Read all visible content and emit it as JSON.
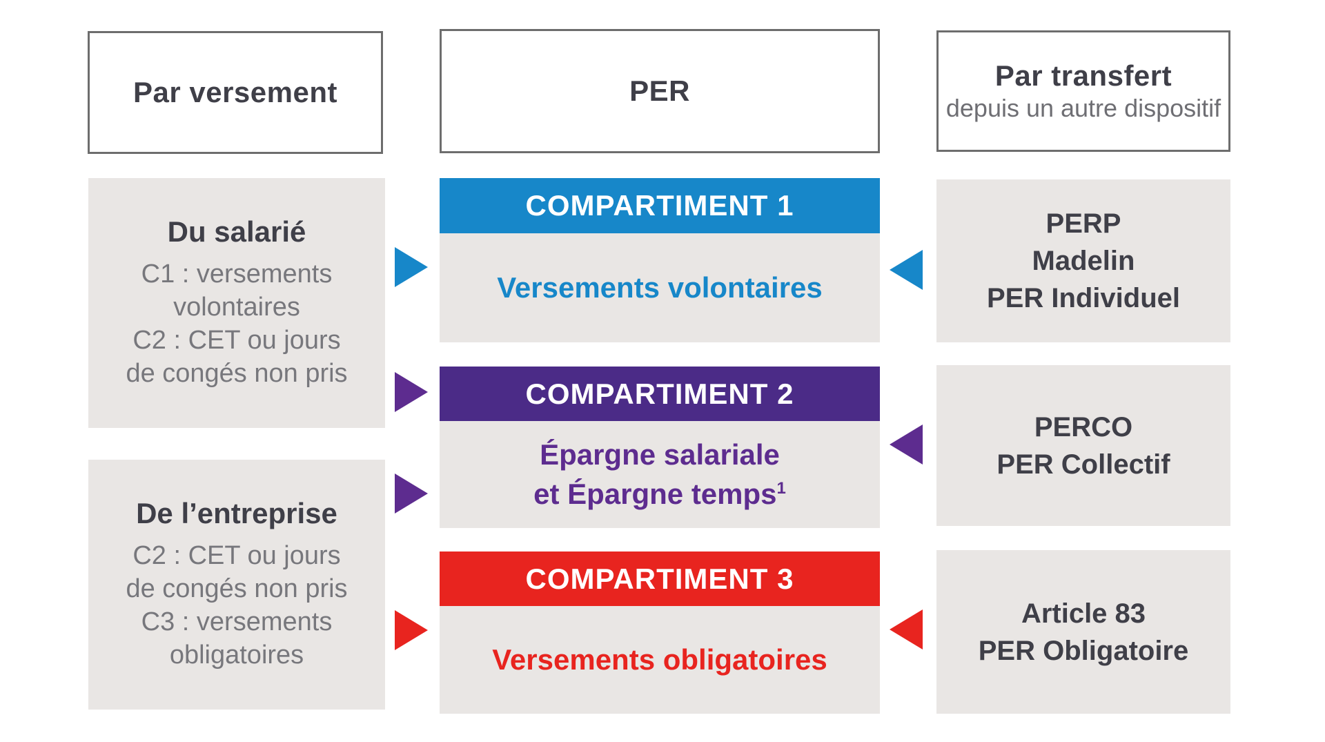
{
  "colors": {
    "blue": "#1787c9",
    "purple_dark": "#4b2b87",
    "purple": "#5d2c8f",
    "red": "#e8241f",
    "box_gray": "#e9e6e4",
    "dark_text": "#3f3f48",
    "muted_text": "#6e6e73",
    "white": "#ffffff"
  },
  "headers": {
    "payment": {
      "title": "Par versement"
    },
    "per": {
      "title": "PER"
    },
    "transfer": {
      "title": "Par transfert",
      "subtitle": "depuis un autre dispositif"
    }
  },
  "sources": [
    {
      "title": "Du salarié",
      "lines": [
        "C1 : versements",
        "volontaires",
        "C2 : CET ou jours",
        "de congés non pris"
      ]
    },
    {
      "title": "De l’entreprise",
      "lines": [
        "C2 : CET ou jours",
        "de congés non pris",
        "C3 : versements",
        "obligatoires"
      ]
    }
  ],
  "compartments": [
    {
      "banner": "COMPARTIMENT 1",
      "body": "Versements volontaires"
    },
    {
      "banner": "COMPARTIMENT 2",
      "body_line1": "Épargne salariale",
      "body_line2": "et Épargne temps",
      "footnote_marker": "1"
    },
    {
      "banner": "COMPARTIMENT 3",
      "body": "Versements obligatoires"
    }
  ],
  "transfers": [
    {
      "lines": [
        "PERP",
        "Madelin",
        "PER Individuel"
      ]
    },
    {
      "lines": [
        "PERCO",
        "PER Collectif"
      ]
    },
    {
      "lines": [
        "Article 83",
        "PER Obligatoire"
      ]
    }
  ]
}
